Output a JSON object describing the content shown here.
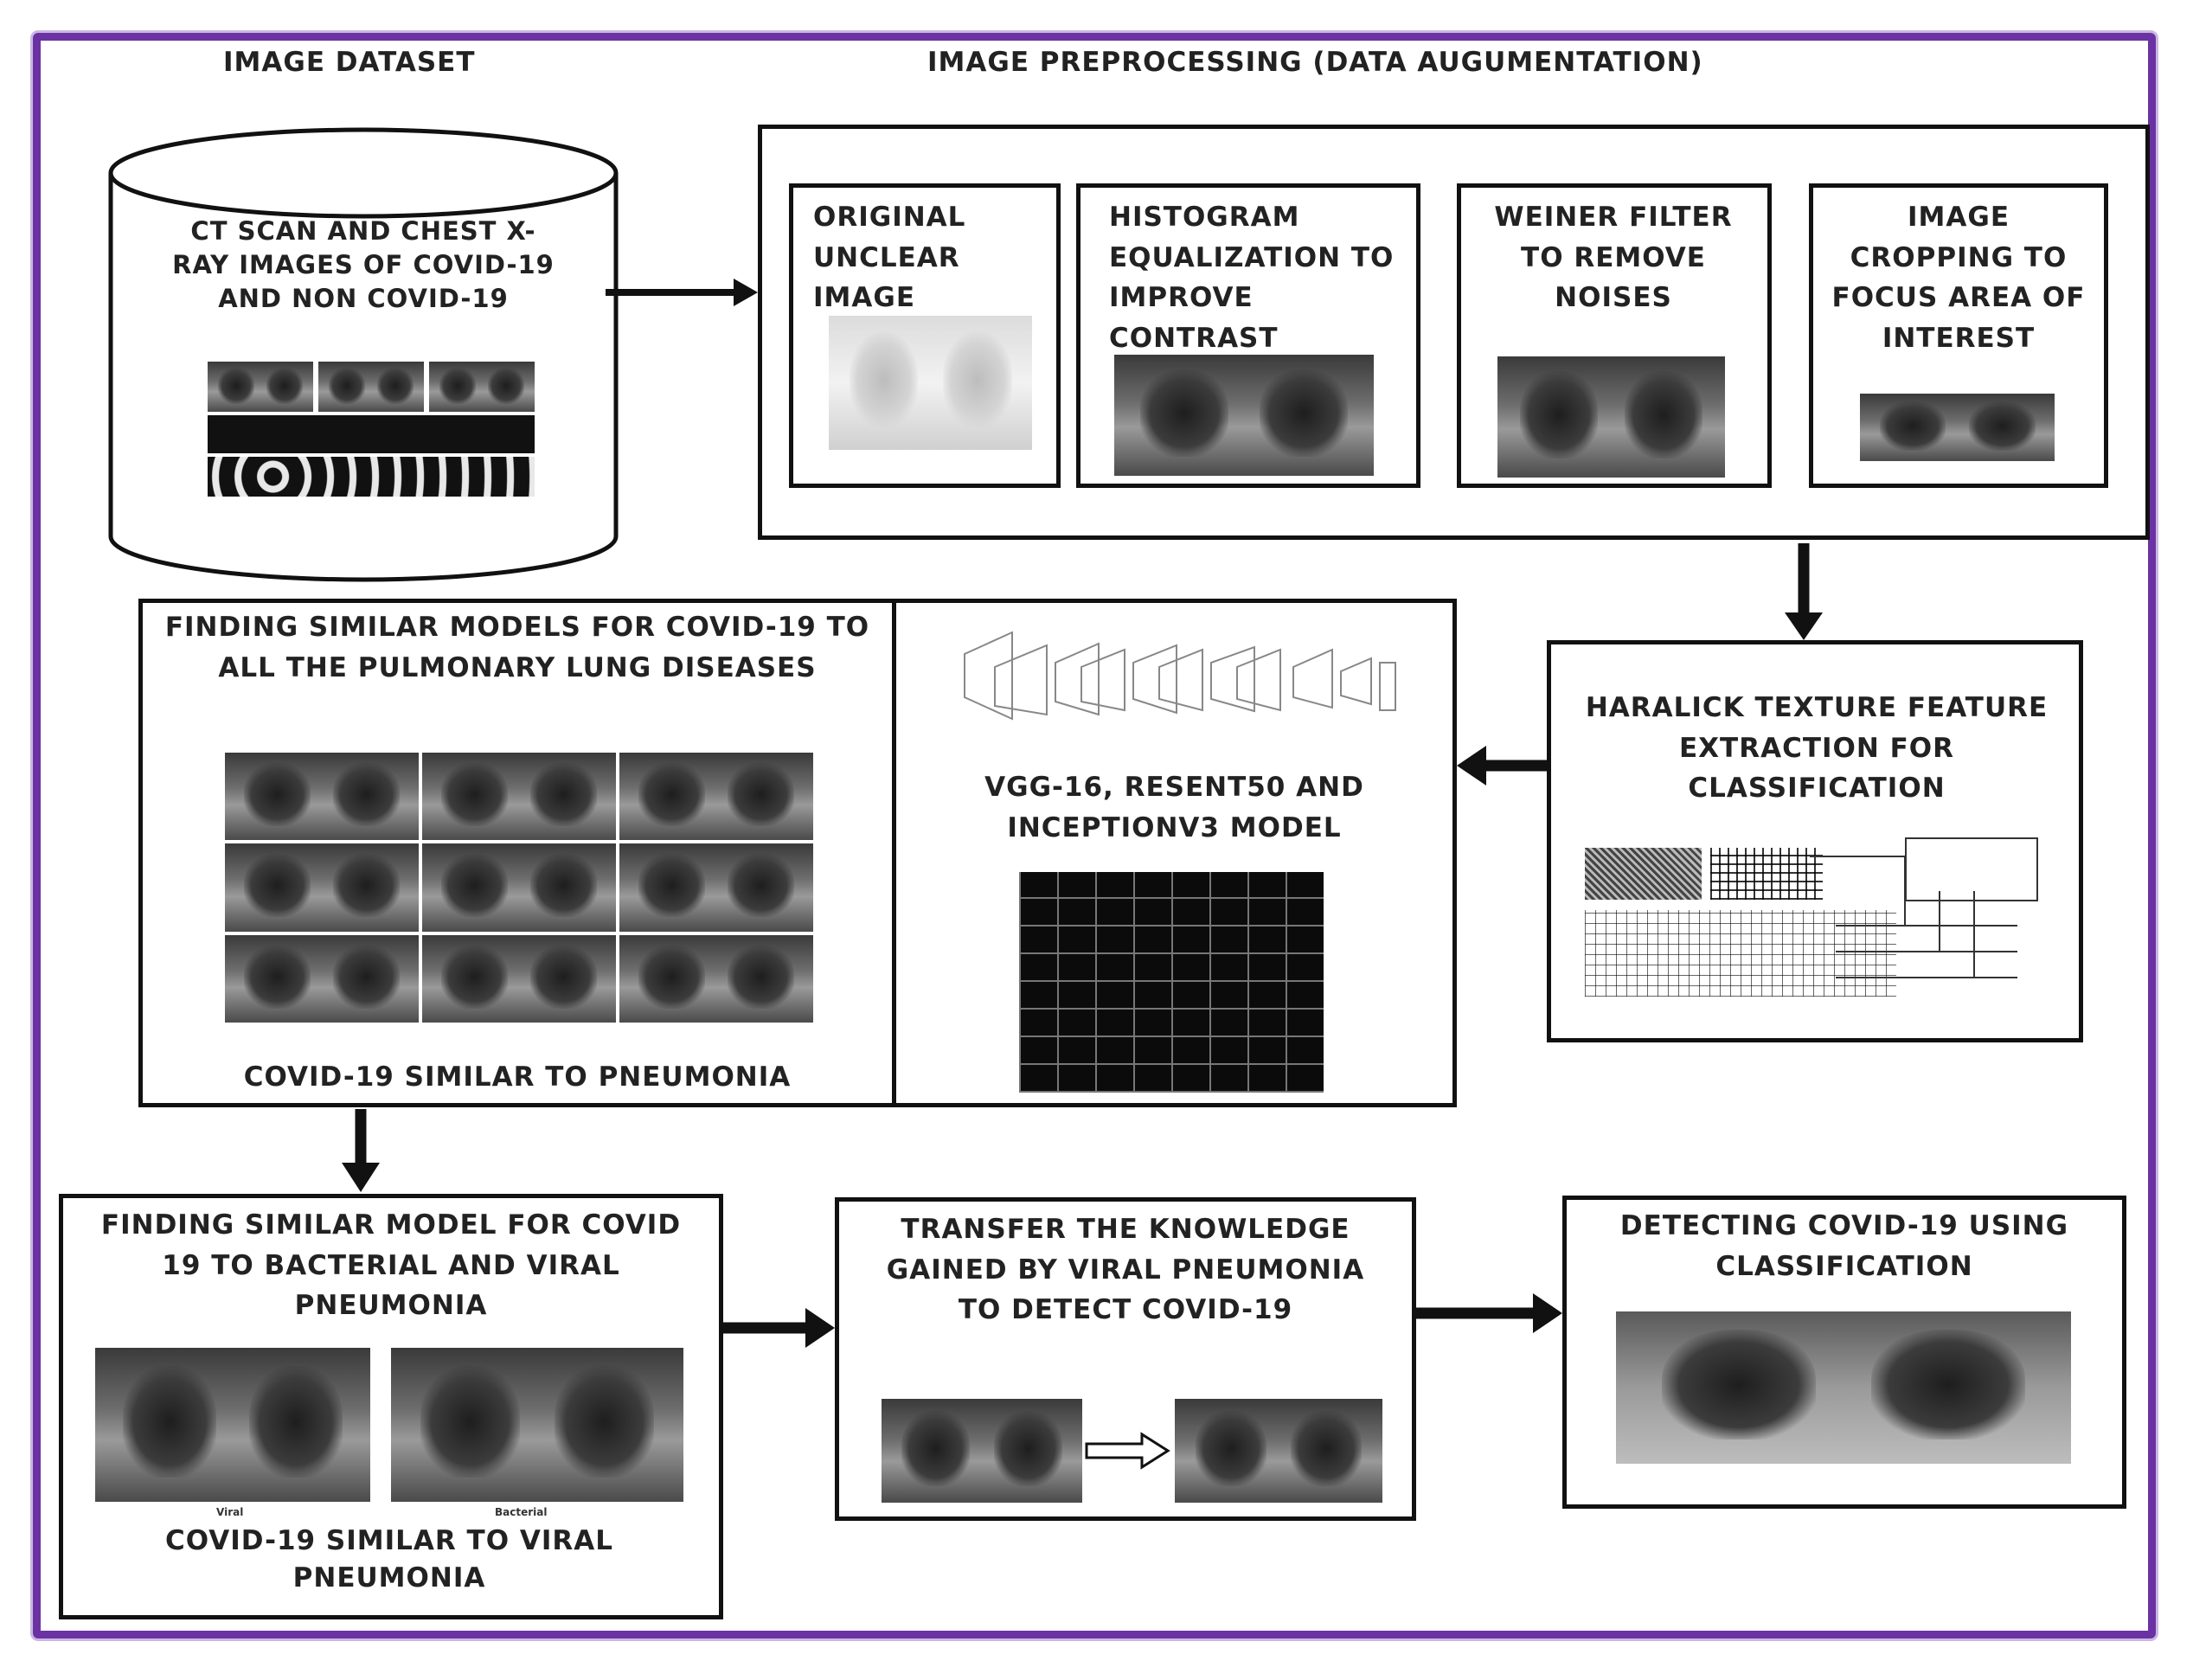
{
  "headers": {
    "dataset": "IMAGE DATASET",
    "preprocessing": "IMAGE PREPROCESSING (DATA AUGUMENTATION)"
  },
  "dataset": {
    "text": "CT SCAN AND CHEST X-RAY IMAGES OF COVID-19 AND NON COVID-19"
  },
  "preprocessing_steps": [
    {
      "label": "ORIGINAL UNCLEAR IMAGE"
    },
    {
      "label": "HISTOGRAM EQUALIZATION TO IMPROVE CONTRAST"
    },
    {
      "label": "WEINER FILTER TO REMOVE NOISES"
    },
    {
      "label": "IMAGE CROPPING TO FOCUS AREA OF INTEREST"
    }
  ],
  "haralick": {
    "text": "HARALICK TEXTURE FEATURE EXTRACTION FOR CLASSIFICATION"
  },
  "models": {
    "left_title": "FINDING SIMILAR MODELS FOR COVID-19 TO ALL THE PULMONARY LUNG DISEASES",
    "left_caption": "COVID-19 SIMILAR TO PNEUMONIA",
    "right_title": "VGG-16, RESENT50 AND INCEPTIONV3 MODEL"
  },
  "bottom": {
    "similar_title": "FINDING SIMILAR MODEL FOR COVID 19 TO BACTERIAL AND VIRAL PNEUMONIA",
    "viral_label": "Viral",
    "bacterial_label": "Bacterial",
    "similar_caption": "COVID-19 SIMILAR TO VIRAL PNEUMONIA",
    "transfer_title": "TRANSFER THE KNOWLEDGE GAINED BY VIRAL PNEUMONIA TO DETECT COVID-19",
    "detect_title": "DETECTING COVID-19 USING CLASSIFICATION"
  },
  "colors": {
    "frame": "#6a32a3",
    "border": "#111111",
    "arrow": "#111111"
  }
}
